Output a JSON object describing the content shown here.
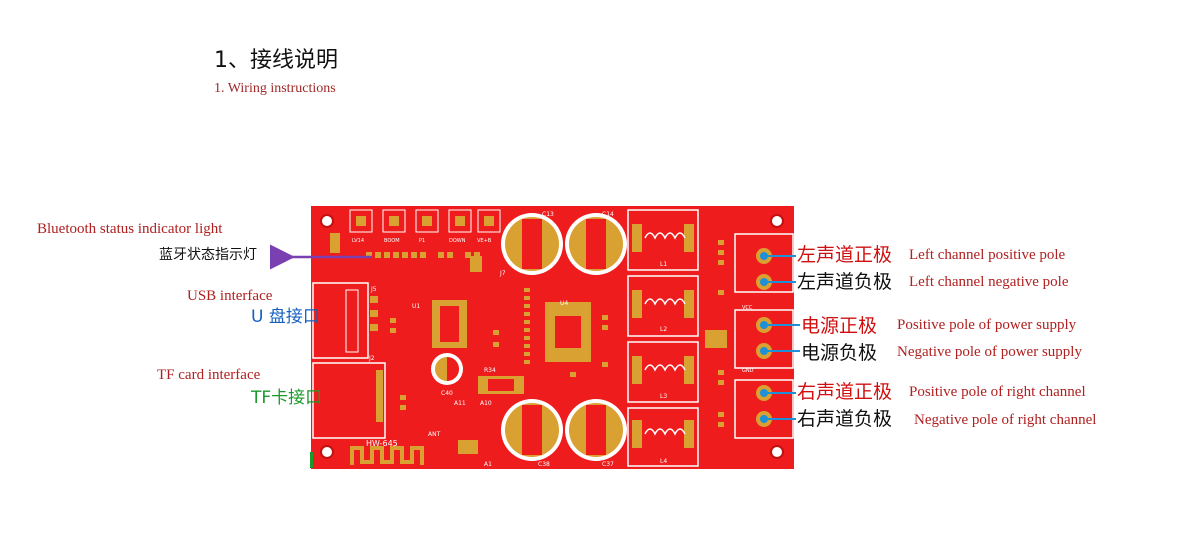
{
  "heading": {
    "title_cn": "1、接线说明",
    "title_en": "1. Wiring instructions"
  },
  "left_labels": {
    "bluetooth_en": "Bluetooth status indicator light",
    "bluetooth_cn": "蓝牙状态指示灯",
    "usb_en": "USB interface",
    "usb_cn": "U 盘接口",
    "tf_en": "TF card interface",
    "tf_cn": "TF卡接口"
  },
  "right_labels": [
    {
      "cn": "左声道正极",
      "en": "Left channel positive pole",
      "cn_color": "#d01010"
    },
    {
      "cn": "左声道负极",
      "en": "Left channel negative pole",
      "cn_color": "#111111"
    },
    {
      "cn": "电源正极",
      "en": "Positive pole of power supply",
      "cn_color": "#d01010"
    },
    {
      "cn": "电源负极",
      "en": "Negative pole of power supply",
      "cn_color": "#111111"
    },
    {
      "cn": "右声道正极",
      "en": "Positive pole of right channel",
      "cn_color": "#d01010"
    },
    {
      "cn": "右声道负极",
      "en": "Negative pole of right channel",
      "cn_color": "#111111"
    }
  ],
  "board": {
    "model": "HW-645",
    "colors": {
      "pcb": "#ee1c1c",
      "pad": "#d9a032",
      "silk": "#ffffff",
      "terminal_dot": "#1e90d8",
      "arrow": "#7a3fb0"
    },
    "button_labels": [
      "LV14",
      "BOOM",
      "P1",
      "DOWN",
      "VE+B"
    ],
    "capacitor_labels": [
      "C13",
      "C14",
      "C38",
      "C37"
    ],
    "inductor_labels": [
      "L1",
      "L2",
      "L3",
      "L4"
    ],
    "terminal_labels": [
      "VCC",
      "GND"
    ],
    "misc_labels": [
      "J5",
      "J7",
      "J2",
      "U1",
      "U4",
      "C40",
      "R34",
      "ANT",
      "A11",
      "A10",
      "A1"
    ]
  }
}
